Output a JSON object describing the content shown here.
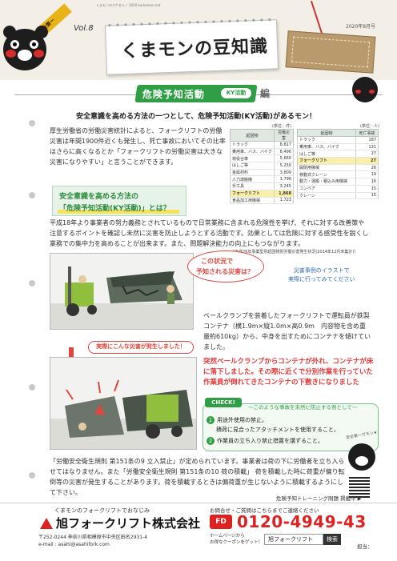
{
  "header": {
    "tiny_left": "くまモンのアクセルノ 2020 kumamon.net",
    "vol": "Vol.8",
    "title": "くまモンの豆知識",
    "date": "2020年8月号",
    "ribbon": "安全第一"
  },
  "section": {
    "title": "危険予知活動",
    "pill": "KY活動",
    "suffix": "編"
  },
  "lead": "安全意識を高める方法の一つとして、危険予知活動(KY活動)があるモン！",
  "para1": "厚生労働省の労働災害統計によると、フォークリフトの労働災害は年間1900件近くも発生し、死亡事故においてその比率はさらに高くなるとか「フォークリフトの労働災害は大きな災害になりやすい」と言うことができます。",
  "table_left": {
    "unit": "(単位：件)",
    "headers": [
      "起因物",
      "労働災害"
    ],
    "rows": [
      [
        "トラック",
        "8,817"
      ],
      [
        "乗用車、バス、バイク",
        "8,496"
      ],
      [
        "荷役台車",
        "5,660"
      ],
      [
        "はしご等",
        "5,250"
      ],
      [
        "金属材料",
        "3,809"
      ],
      [
        "人力運搬機",
        "3,796"
      ],
      [
        "手工具",
        "3,245"
      ],
      [
        "フォークリフト",
        "1,868"
      ],
      [
        "食品加工用機械",
        "1,723"
      ]
    ],
    "highlight": 7
  },
  "table_right": {
    "unit": "(単位：人)",
    "headers": [
      "起因物",
      "死亡事故"
    ],
    "rows": [
      [
        "トラック",
        "187"
      ],
      [
        "乗用車、バス、バイク",
        "131"
      ],
      [
        "はしご等",
        "27"
      ],
      [
        "フォークリフト",
        "27"
      ],
      [
        "開閉用機械",
        "26"
      ],
      [
        "移動式クレーン",
        "19"
      ],
      [
        "動力・運搬・積込み用機械",
        "16"
      ],
      [
        "コンベア",
        "15"
      ],
      [
        "クレーン",
        "15"
      ]
    ],
    "highlight": 3
  },
  "table_source": "［平成26年事業型別起因物別労働災害発生状況(2014年12月末集計)］",
  "callout": {
    "line1": "安全意識を高める方法の",
    "line2": "「危険予知活動(KY活動)」とは？"
  },
  "para2": "平成18年より事業者の努力義務とされているもので日常業務に含まれる危険性を挙げ、それに対する改善策や注意するポイントを確認し未然に災害を防止しようとする活動です。効果としては危険に対する感受性を鋭くし業務での集中力を高めることが出来ます。また、問題解決能力の向上にもつながります。",
  "bubble1": [
    "この状況で",
    "予知される災害は？"
  ],
  "ref_note": [
    "災害事例のイラストで",
    "実際に行ってみてください"
  ],
  "para3": "ベールクランプを装着したフォークリフトで運転員が鉄製コンテナ（横1.9m×縦1.0m×高0.9m　内容物を含め重量約610kg）から、中身を出すためにコンテナを傾けていました。",
  "jissai": "実際にこんな災害が発生しました！",
  "red_para": "突然ベールクランプからコンテナが外れ、コンテナが床に落下しました。その際に近くで分別作業を行っていた作業員が倒れてきたコンテナの下敷きになりました",
  "check": {
    "tag": "CHECK!",
    "sub": "～このような事故を未然に防止する例として～",
    "items": [
      {
        "num": "1",
        "text": "用途外使用の禁止。"
      },
      {
        "num": "",
        "text": "積荷に見合ったアタッチメントを使用すること。"
      },
      {
        "num": "2",
        "text": "作業員の立ち入り禁止措置を講ずること。"
      }
    ]
  },
  "para4": "「労働安全衛生規則 第151条の9 立入禁止」が定められています。事業者は荷の下に労働者を立ち入らせてはなりません。また「労働安全衛生規則 第151条の10 荷の積載」 荷を積載した時に荷重が偏り転倒等の災害が発生することがあります。荷を積載するときは偏荷重が生じないように積載するようにして下さい。",
  "kuma_label": "安全第一ガモン★",
  "qr_note": "危険予知トレーニング問題 掲載中 ▶",
  "footer": {
    "sub": "くまモンのフォークリフトでおなじみ",
    "company": "旭フォークリフト株式会社",
    "addr1": "〒252-0244  神奈川県相模原市中央区田名2931-4",
    "addr2": "e-mail : asahi@asahifork.com",
    "contact": "お問合せ・ご質問はこちらまでご連絡ください",
    "fd": "FD",
    "phone": "0120-4949-43",
    "hp1": "ホームページから",
    "hp2": "お得なクーポンをゲット！",
    "search": "旭フォークリフト",
    "search_btn": "検索",
    "tanto": "担当："
  }
}
